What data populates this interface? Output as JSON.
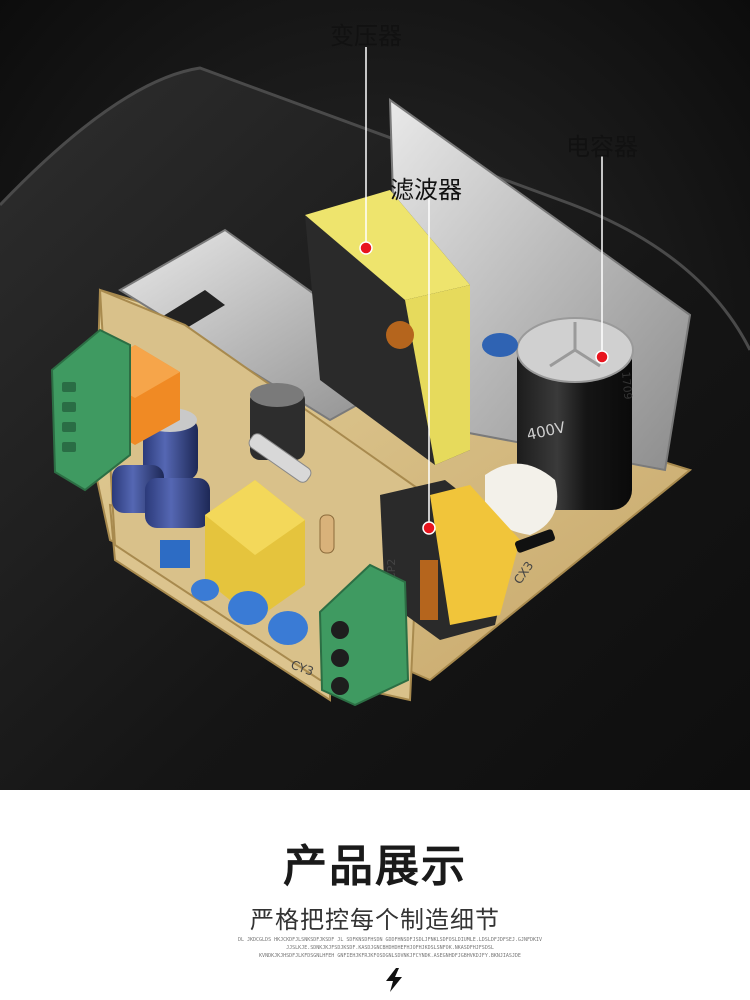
{
  "labels": {
    "transformer": "变压器",
    "capacitor": "电容器",
    "filter": "滤波器"
  },
  "pcb_text": {
    "cap_voltage": "400V",
    "cap_code": "1709",
    "cp2": "CP2",
    "cx3": "CX3",
    "cy3": "CY3"
  },
  "title": "产品展示",
  "subtitle": "严格把控每个制造细节",
  "fine_print": [
    "DL JKDCGLDS HKJCKDFJLSNKSDFJKSDF JL SDFKNSDFHSDN GDDFHNSDFJSDLJFNKLSDFOSLDIUMLE.LDSLDFJDFSEJ.GJNFDKIV",
    "JJSLKJE.SDNKJKJFSDJKSDF.KASDJGNCBHDHDHEFHJOFHJKDSLSNFOK.NKASDFHJFSDSL",
    "KVNDKJKJHSDFJLKFDSGNLHFEH GNFIEHJKFRJKFOSDGNLSDVNKJFCYNDK.ASEGNHDFJGBHVKDJFY.BKNJIASJDE"
  ],
  "icons": {
    "bolt": "lightning-bolt-icon",
    "marker": "red-marker-dot-icon"
  },
  "colors": {
    "marker": "#e8141e",
    "background_dark": "#111111",
    "tray": "#1c1c1c",
    "pcb": "#d8bf84",
    "terminal": "#3f9a61",
    "transformer_tape": "#eee46d"
  }
}
